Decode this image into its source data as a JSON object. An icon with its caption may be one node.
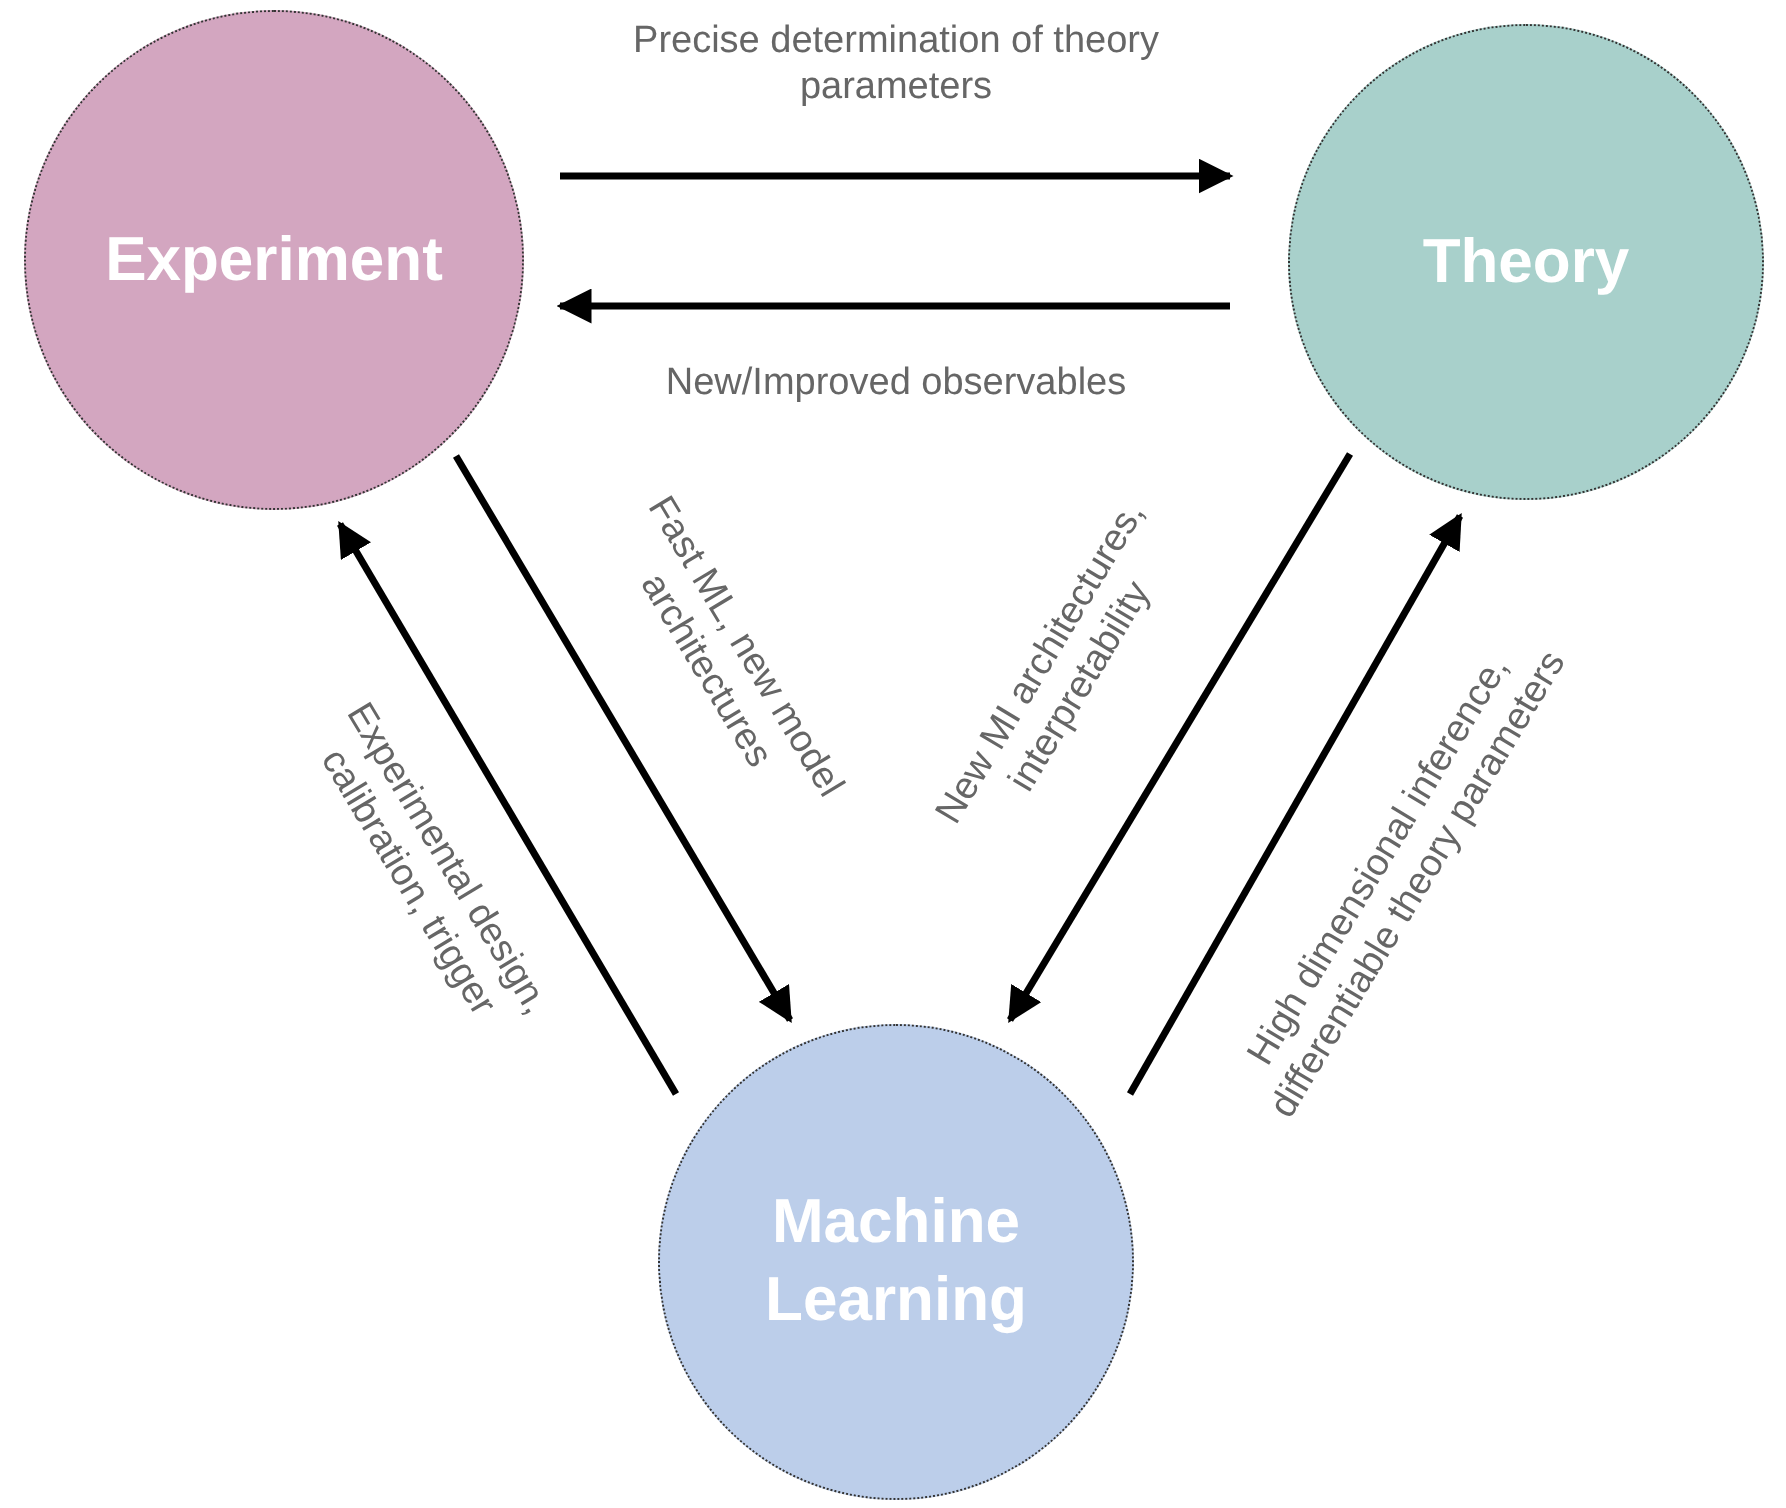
{
  "diagram": {
    "nodes": [
      {
        "text": [
          "Experiment"
        ]
      },
      {
        "text": [
          "Theory"
        ]
      },
      {
        "text": [
          "Machine Learning"
        ]
      }
    ],
    "edges": [
      {
        "from": 0,
        "to": 1,
        "arrow": "to",
        "label": "Precise determination of theory parameters"
      },
      {
        "from": 1,
        "to": 0,
        "arrow": "to",
        "label": "New/Improved observables"
      },
      {
        "from": 0,
        "to": 2,
        "arrow": "to",
        "label": "Fast ML, new model architectures"
      },
      {
        "from": 2,
        "to": 0,
        "arrow": "to",
        "label": "Experimental design, calibration, trigger"
      },
      {
        "from": 1,
        "to": 2,
        "arrow": "to",
        "label": "New MI architectures, interpretability"
      },
      {
        "from": 2,
        "to": 1,
        "arrow": "to",
        "label": "High dimensional inference, differentiable theory parameters"
      }
    ]
  }
}
